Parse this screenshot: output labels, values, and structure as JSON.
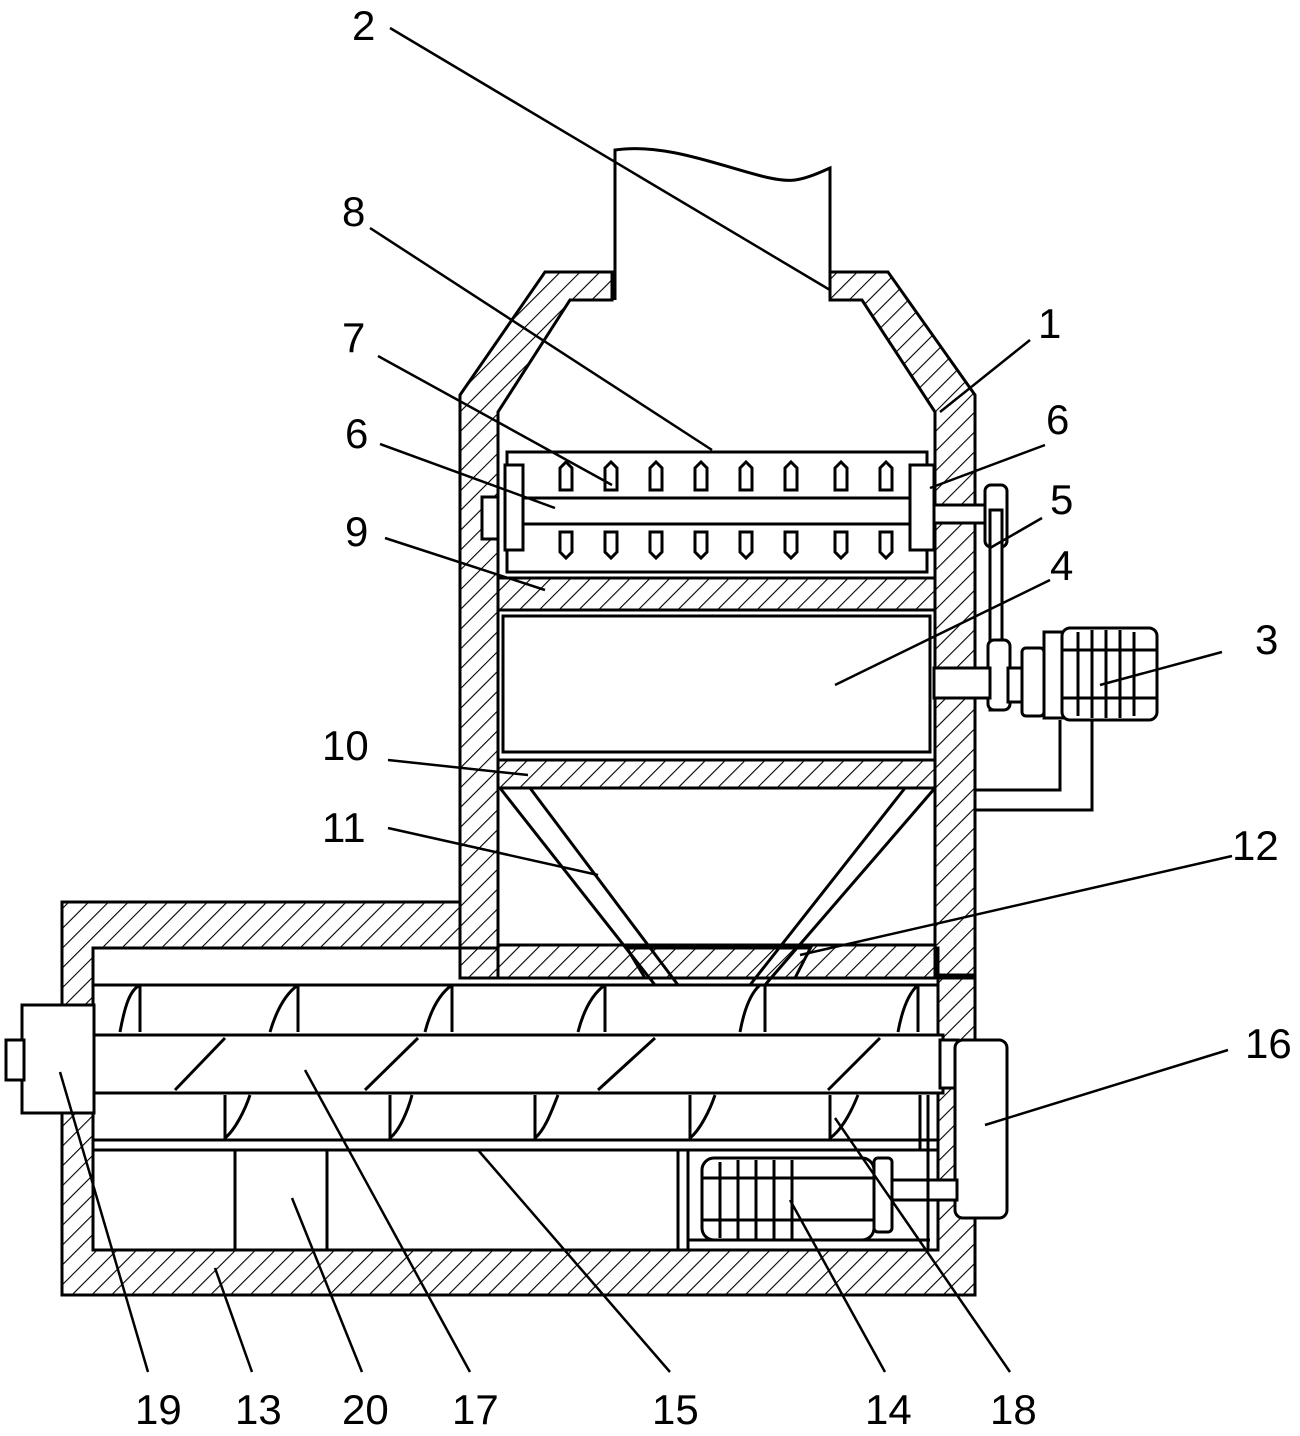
{
  "colors": {
    "line": "#000000",
    "fill": "#ffffff"
  },
  "labels": {
    "l1": "1",
    "l2": "2",
    "l3": "3",
    "l4": "4",
    "l5": "5",
    "l6a": "6",
    "l6b": "6",
    "l7": "7",
    "l8": "8",
    "l9": "9",
    "l10": "10",
    "l11": "11",
    "l12": "12",
    "l13": "13",
    "l14": "14",
    "l15": "15",
    "l16": "16",
    "l17": "17",
    "l18": "18",
    "l19": "19",
    "l20": "20"
  }
}
